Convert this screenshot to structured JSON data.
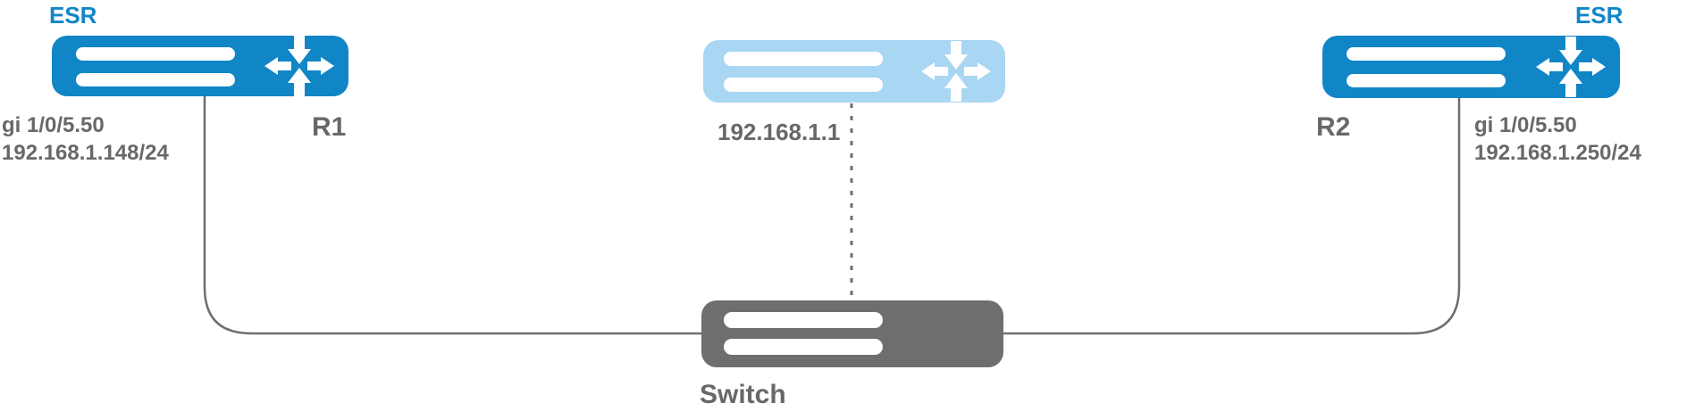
{
  "diagram": {
    "devices": {
      "r1": {
        "vendor": "ESR",
        "name": "R1",
        "interface": "gi 1/0/5.50",
        "ip": "192.168.1.148/24"
      },
      "r2": {
        "vendor": "ESR",
        "name": "R2",
        "interface": "gi 1/0/5.50",
        "ip": "192.168.1.250/24"
      },
      "virtual_router": {
        "ip": "192.168.1.1"
      },
      "switch": {
        "name": "Switch"
      }
    },
    "icons": {
      "router": "crossed-arrows-icon"
    },
    "colors": {
      "router_fill": "#1186c7",
      "virtual_router_fill": "#a9d6f2",
      "switch_fill": "#6e6e6e",
      "label_text": "#686868",
      "vendor_text": "#1186c7",
      "link_line": "#6e6e6e"
    }
  }
}
